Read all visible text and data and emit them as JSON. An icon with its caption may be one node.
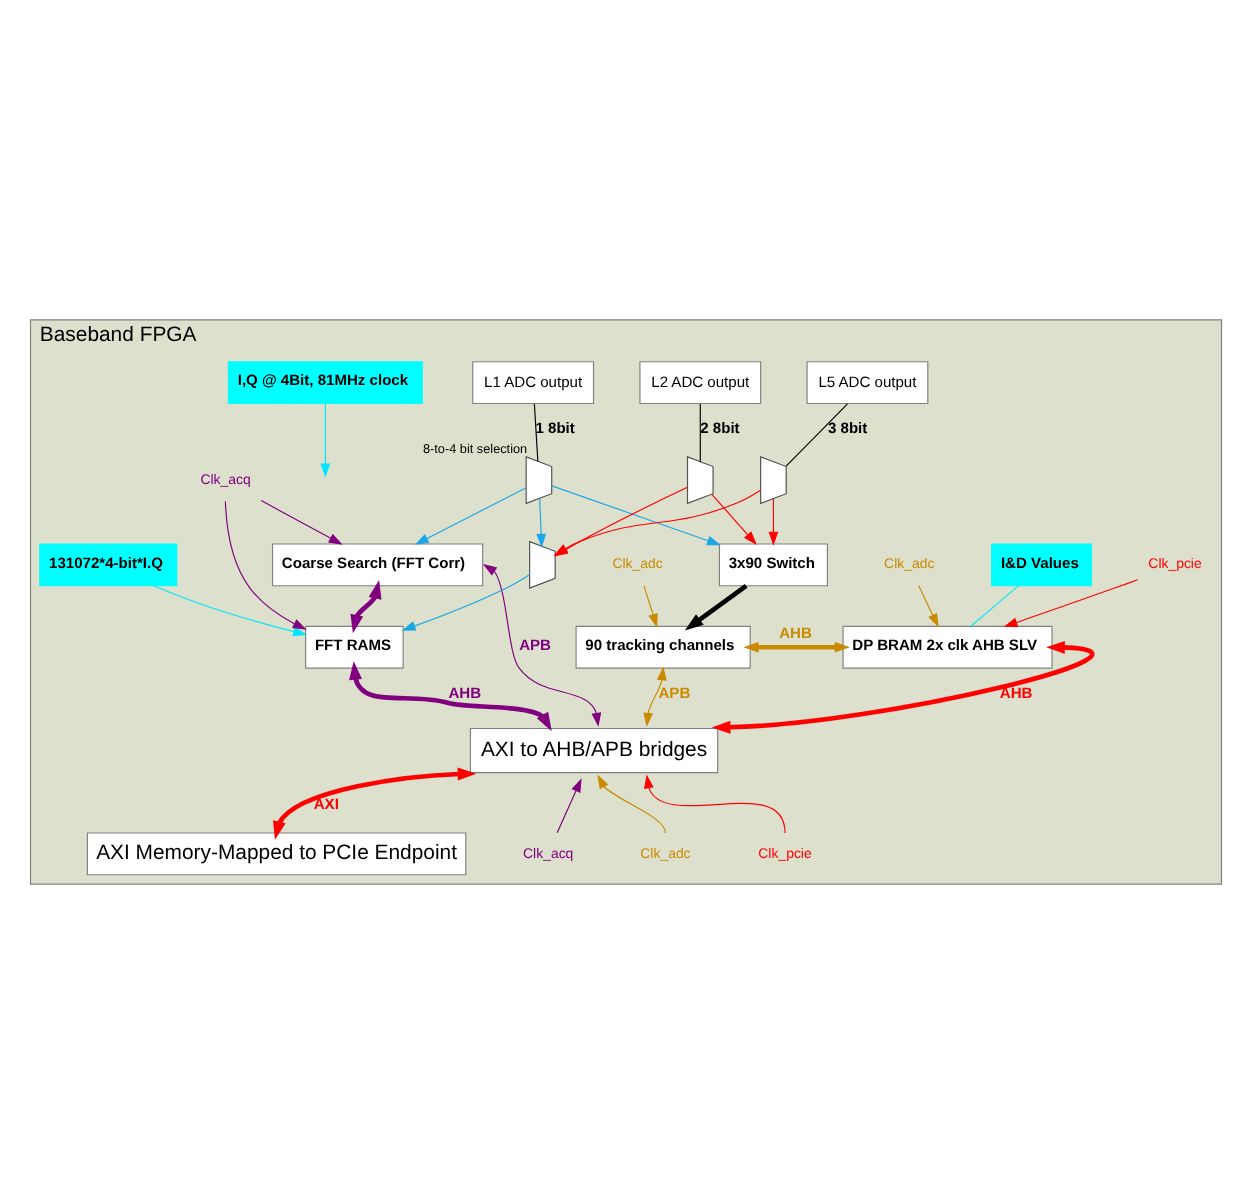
{
  "diagram": {
    "nodes": [
      {
        "text": [
          "Baseband FPGA"
        ]
      },
      {
        "text": [
          "L1 ADC output"
        ],
        "in": 0
      },
      {
        "text": [
          "L2 ADC output"
        ],
        "in": 0
      },
      {
        "text": [
          "L5 ADC output"
        ],
        "in": 0
      },
      {
        "text": [],
        "shape": "trapezium",
        "beside": [
          "8-to-4 bit selection"
        ],
        "in": 0
      },
      {
        "text": [],
        "shape": "trapezium",
        "in": 0
      },
      {
        "text": [],
        "shape": "trapezium",
        "in": 0
      },
      {
        "text": [
          "3x90 Switch"
        ],
        "in": 0
      },
      {
        "text": [
          "90 tracking channels"
        ],
        "in": 0
      },
      {
        "text": [
          "DP BRAM 2x clk AHB SLV"
        ],
        "in": 0
      },
      {
        "text": [
          "Coarse Search (FFT Corr)"
        ],
        "in": 0
      },
      {
        "text": [
          "FFT RAMS"
        ],
        "in": 0
      },
      {
        "text": [],
        "shape": "trapezium",
        "in": 0
      },
      {
        "text": [
          "AXI to AHB/APB bridges"
        ],
        "in": 0
      },
      {
        "text": [
          "AXI Memory-Mapped to PCIe Endpoint"
        ],
        "in": 0
      },
      {
        "text": [
          "I,Q @ 4Bit, 81MHz clock"
        ],
        "in": 0
      },
      {
        "text": [
          "I&D Values"
        ],
        "in": 0
      },
      {
        "text": [
          "131072*4-bit*I.Q"
        ],
        "in": 0
      },
      {
        "text": [
          "Clk_adc"
        ],
        "in": 0
      },
      {
        "text": [
          "Clk_adc"
        ],
        "in": 0
      },
      {
        "text": [
          "Clk_pcie"
        ],
        "in": 0
      },
      {
        "text": [
          "Clk_acq"
        ],
        "in": 0
      },
      {
        "text": [
          "Clk_acq"
        ],
        "in": 0
      },
      {
        "text": [
          "Clk_adc"
        ],
        "in": 0
      },
      {
        "text": [
          "Clk_pcie"
        ],
        "in": 0
      }
    ],
    "edges": [
      {
        "from": 1,
        "to": 4,
        "arrow": "none",
        "label": "1 8bit",
        "color": "#000000"
      },
      {
        "from": 2,
        "to": 5,
        "arrow": "none",
        "label": "2 8bit",
        "color": "#000000"
      },
      {
        "from": 3,
        "to": 6,
        "arrow": "none",
        "label": "3 8bit",
        "color": "#000000"
      },
      {
        "from": 4,
        "to": 7,
        "arrow": "to",
        "color": "#1aa7e8"
      },
      {
        "from": 4,
        "to": 10,
        "arrow": "to",
        "color": "#1aa7e8"
      },
      {
        "from": 4,
        "to": 12,
        "arrow": "to",
        "color": "#1aa7e8"
      },
      {
        "from": 5,
        "to": 7,
        "arrow": "to",
        "color": "#ff0000"
      },
      {
        "from": 5,
        "to": 12,
        "arrow": "to",
        "color": "#ff0000"
      },
      {
        "from": 6,
        "to": 7,
        "arrow": "to",
        "color": "#ff0000"
      },
      {
        "from": 6,
        "to": 12,
        "arrow": "to",
        "color": "#ff0000"
      },
      {
        "from": 12,
        "to": 11,
        "arrow": "to",
        "color": "#1aa7e8"
      },
      {
        "from": 7,
        "to": 8,
        "arrow": "to",
        "style": "thick",
        "color": "#000000"
      },
      {
        "from": 8,
        "to": 9,
        "arrow": "both",
        "label": "AHB",
        "color": "#c98a00",
        "style": "thick"
      },
      {
        "from": 10,
        "to": 11,
        "arrow": "both",
        "color": "#800080",
        "style": "thick"
      },
      {
        "from": 11,
        "to": 13,
        "arrow": "both",
        "label": "AHB",
        "color": "#800080",
        "style": "thick"
      },
      {
        "from": 10,
        "to": 13,
        "arrow": "both",
        "label": "APB",
        "color": "#800080"
      },
      {
        "from": 8,
        "to": 13,
        "arrow": "both",
        "label": "APB",
        "color": "#c98a00"
      },
      {
        "from": 9,
        "to": 13,
        "arrow": "both",
        "label": "AHB",
        "color": "#ff0000",
        "style": "thick"
      },
      {
        "from": 13,
        "to": 14,
        "arrow": "both",
        "label": "AXI",
        "color": "#ff0000",
        "style": "thick"
      },
      {
        "from": 15,
        "to": null,
        "arrow": "to",
        "color": "#00e5ff"
      },
      {
        "from": 16,
        "to": 9,
        "arrow": "none",
        "color": "#00e5ff"
      },
      {
        "from": 17,
        "to": 11,
        "arrow": "to",
        "color": "#00e5ff"
      },
      {
        "from": 18,
        "to": 8,
        "arrow": "to",
        "color": "#c98a00"
      },
      {
        "from": 19,
        "to": 9,
        "arrow": "to",
        "color": "#c98a00"
      },
      {
        "from": 20,
        "to": 9,
        "arrow": "to",
        "color": "#ff0000"
      },
      {
        "from": 21,
        "to": 10,
        "arrow": "to",
        "color": "#800080"
      },
      {
        "from": 21,
        "to": 11,
        "arrow": "to",
        "color": "#800080"
      },
      {
        "from": 22,
        "to": 13,
        "arrow": "to",
        "color": "#800080"
      },
      {
        "from": 23,
        "to": 13,
        "arrow": "to",
        "color": "#c98a00"
      },
      {
        "from": 24,
        "to": 13,
        "arrow": "to",
        "color": "#ff0000"
      }
    ]
  }
}
